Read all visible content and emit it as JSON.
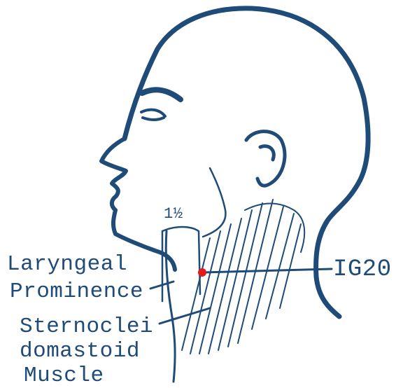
{
  "colors": {
    "ink": "#1f4b78",
    "acupoint": "#e21b1b",
    "paper": "#ffffff"
  },
  "labels": {
    "laryngeal_line1": "Laryngeal",
    "laryngeal_line2": "Prominence",
    "scm_line1": "Sternoclei",
    "scm_line2": "domastoid",
    "scm_line3": "Muscle",
    "point": "IG20",
    "measure": "1½"
  }
}
